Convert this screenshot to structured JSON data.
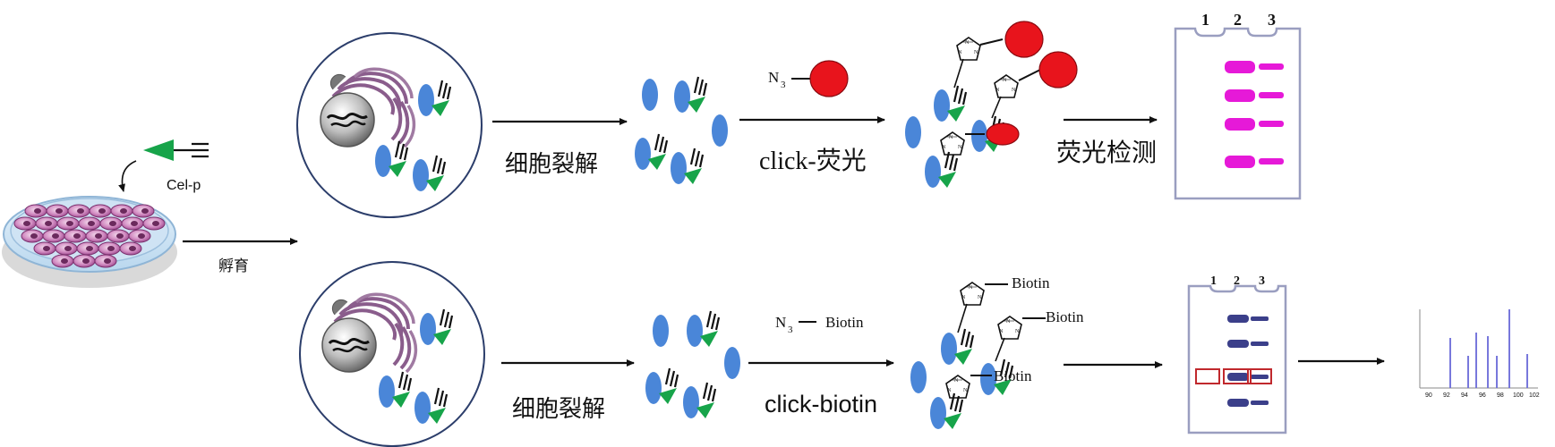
{
  "probe_label": "Cel-p",
  "incubate_label": "孵育",
  "lysis_label_top": "细胞裂解",
  "lysis_label_bottom": "细胞裂解",
  "click_fluor_label": "click-荧光",
  "click_biotin_label": "click-biotin",
  "azide_prefix": "N",
  "azide_subscript": "3",
  "biotin_reagent_label": "Biotin",
  "biotin_tag_1": "Biotin",
  "biotin_tag_2": "Biotin",
  "biotin_tag_3": "Biotin",
  "fluor_detect_label": "荧光检测",
  "gel_top_lanes": [
    "1",
    "2",
    "3"
  ],
  "gel_bottom_lanes": [
    "1",
    "2",
    "3"
  ],
  "ms_ticks": [
    "90",
    "92",
    "94",
    "96",
    "98",
    "100",
    "102"
  ],
  "colors": {
    "probe_triangle": "#17a44a",
    "protein": "#4a86d8",
    "fluorophore": "#e8141c",
    "gel_band_fluor": "#e619d8",
    "gel_band_blot": "#3b3f8a",
    "selection_box": "#c0282d",
    "ms_peak": "#6a6ad8",
    "arrow": "#111111"
  }
}
